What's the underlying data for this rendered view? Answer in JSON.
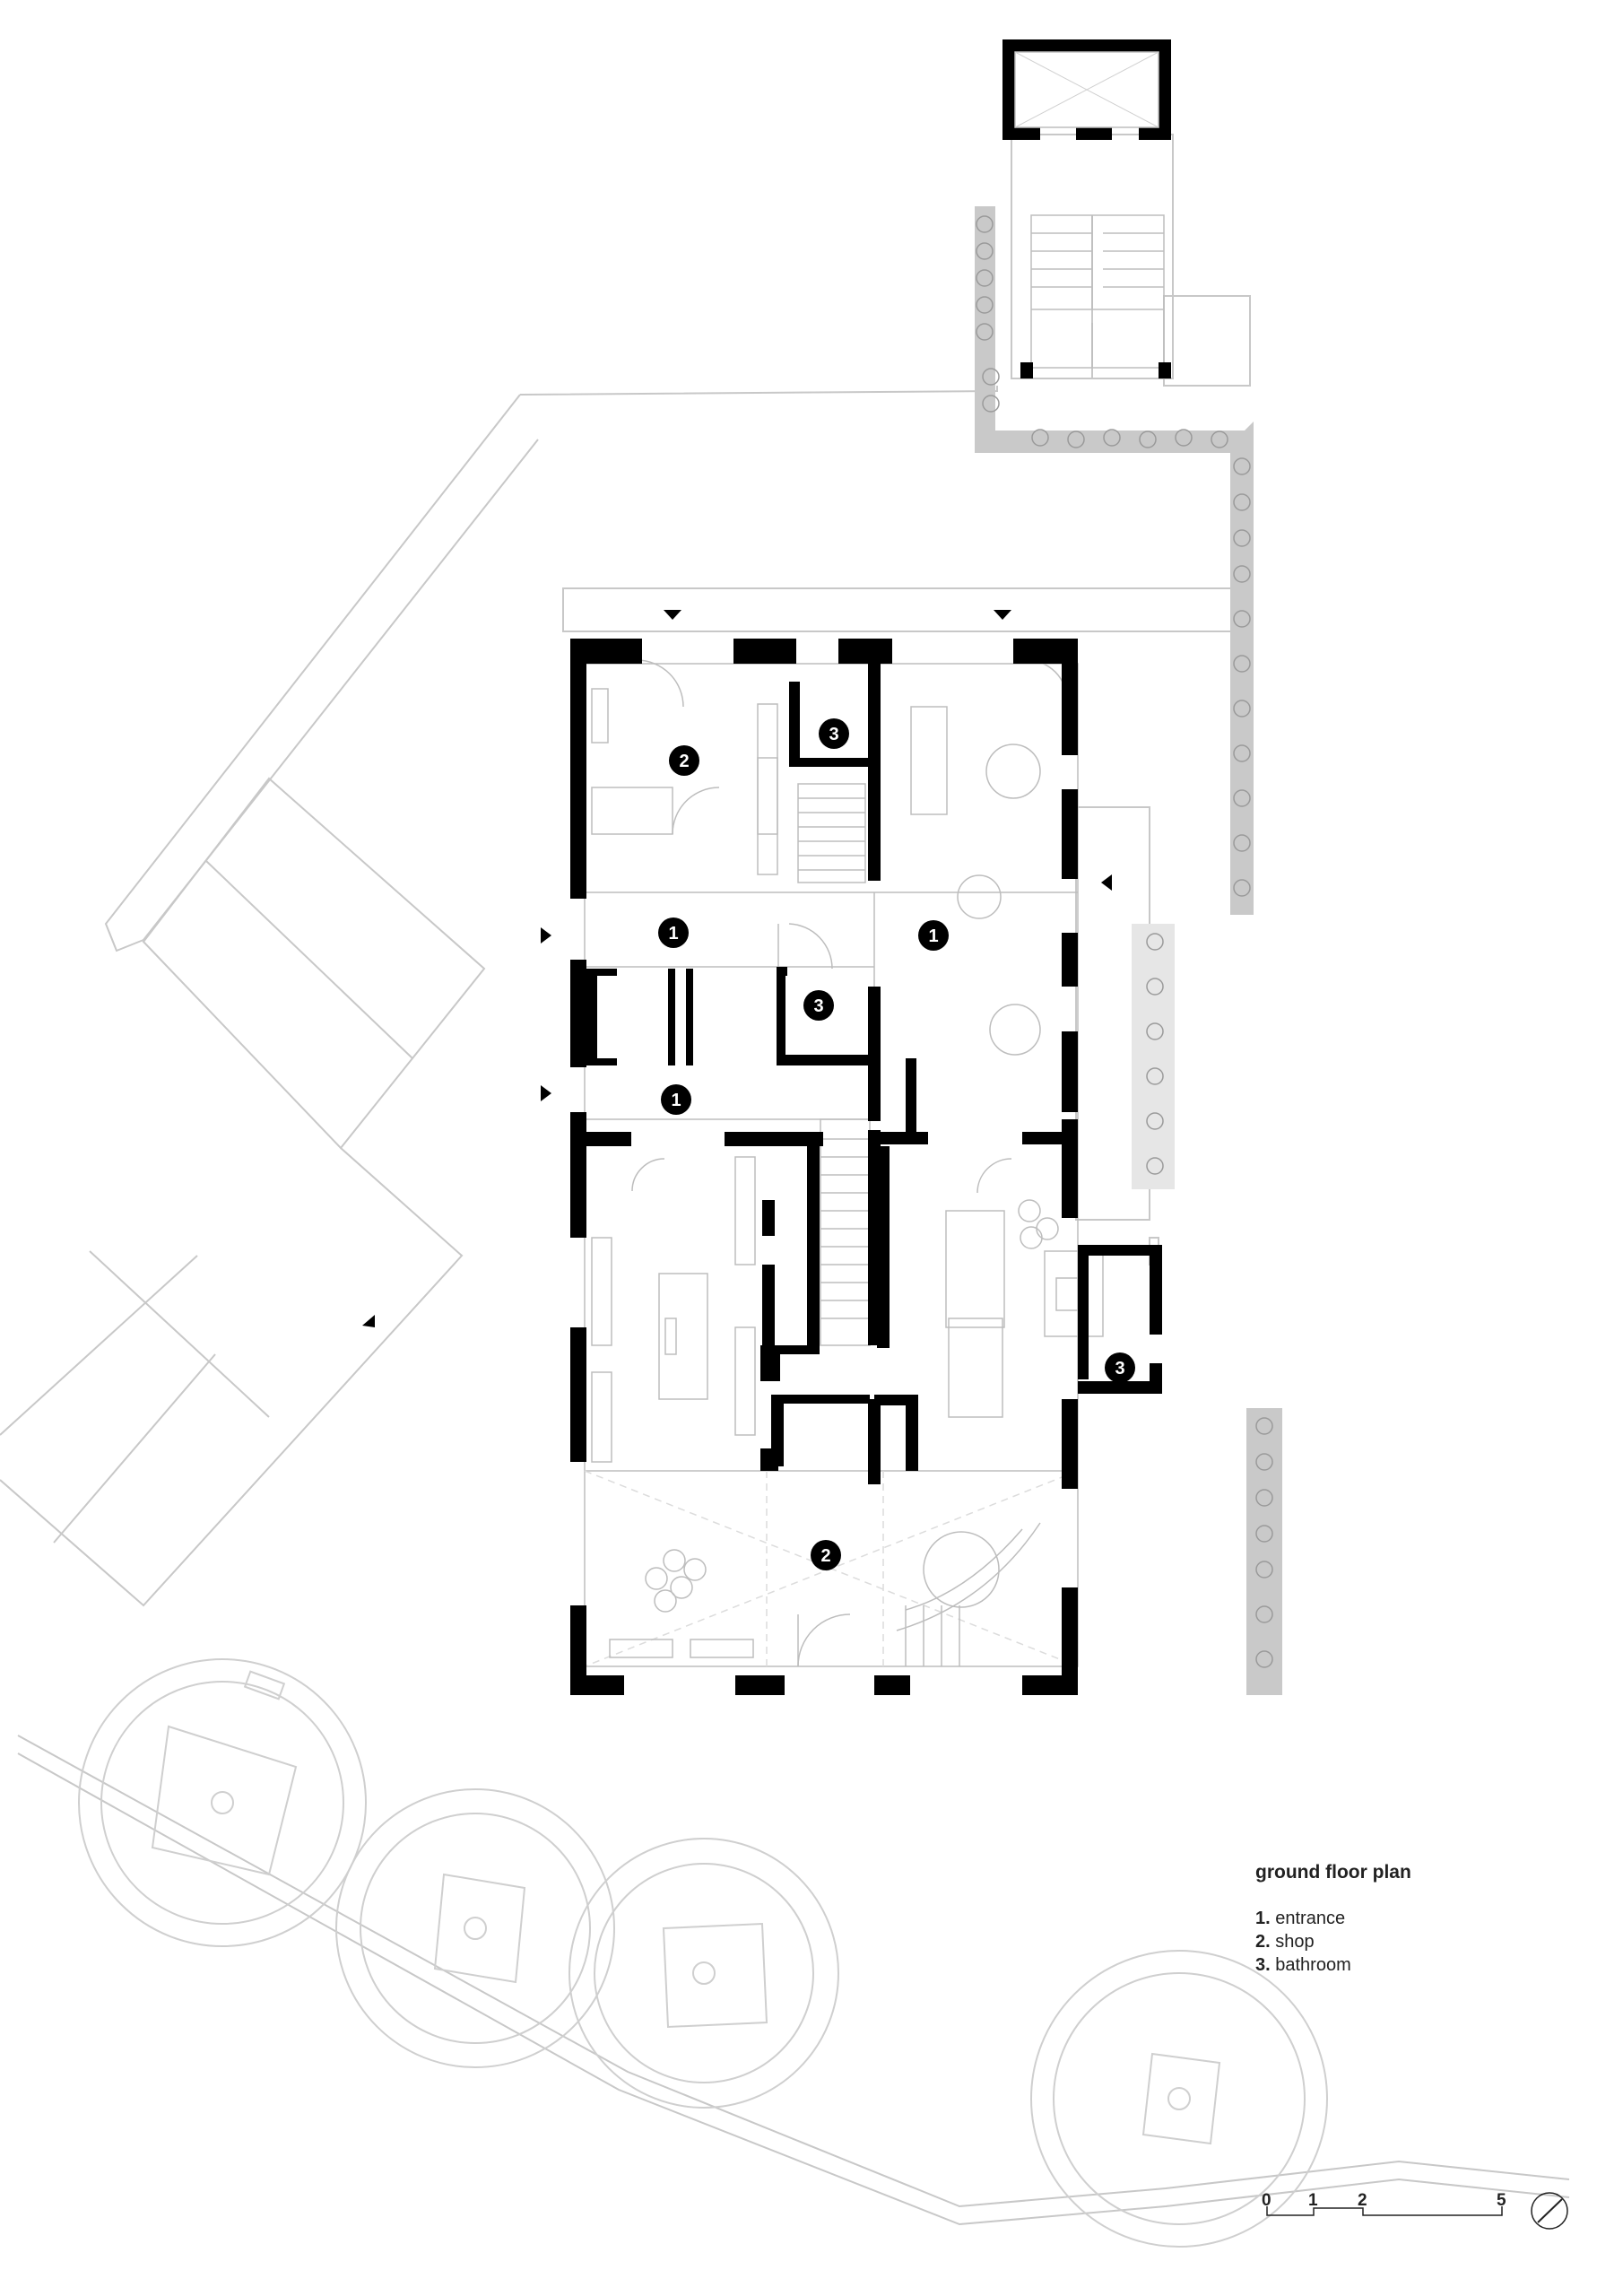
{
  "legend": {
    "title": "ground floor plan",
    "items": [
      {
        "num": "1.",
        "label": "entrance"
      },
      {
        "num": "2.",
        "label": "shop"
      },
      {
        "num": "3.",
        "label": "bathroom"
      }
    ]
  },
  "room_markers": [
    "1",
    "2",
    "3"
  ],
  "scale_bar": {
    "labels": [
      "0",
      "1",
      "2",
      "5"
    ]
  },
  "colors": {
    "wall": "#000000",
    "line": "#c8c8c8",
    "planting": "#c9c9c9",
    "text": "#222222"
  }
}
